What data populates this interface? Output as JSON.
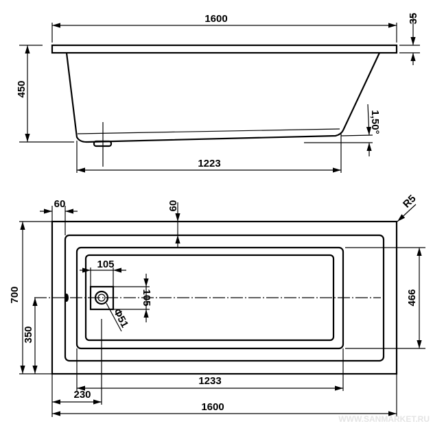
{
  "side_view": {
    "length": "1600",
    "rim_thickness": "35",
    "height": "450",
    "bottom_length": "1223",
    "slope": "1,50°"
  },
  "top_view": {
    "rim_left": "60",
    "rim_top": "60",
    "corner_radius": "R5",
    "width": "700",
    "drain_offset_center": "350",
    "inner_width": "466",
    "drain_box_width": "105",
    "drain_box_height": "105",
    "drain_diameter": "Φ51",
    "inner_length": "1233",
    "drain_offset_end": "230",
    "length": "1600"
  },
  "watermark": "WWW.SANMARKET.RU",
  "colors": {
    "line": "#000000",
    "watermark": "#e4e4e4"
  }
}
